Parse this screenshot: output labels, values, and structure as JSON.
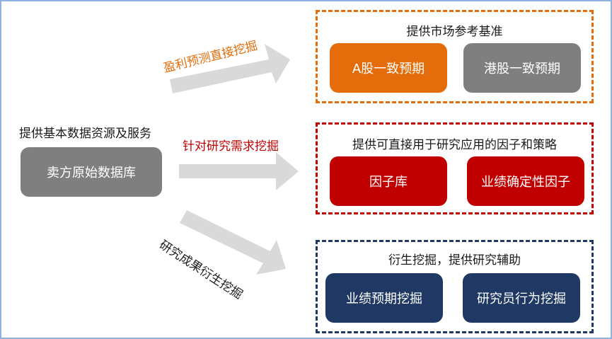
{
  "source": {
    "heading": "提供基本数据资源及服务",
    "box_label": "卖方原始数据库",
    "box_color": "#7f7f7f"
  },
  "arrows": {
    "top_label": "盈利预测直接挖掘",
    "middle_label": "针对研究需求挖掘",
    "bottom_label": "研究成果衍生挖掘",
    "top_label_color": "#e46c0a",
    "middle_label_color": "#c00000",
    "bottom_label_color": "#1f1f1f",
    "arrow_color": "#d9d9d9"
  },
  "groups": [
    {
      "title": "提供市场参考基准",
      "border_color": "#e46c0a",
      "items": [
        {
          "label": "A股一致预期",
          "color": "#e46c0a"
        },
        {
          "label": "港股一致预期",
          "color": "#7f7f7f"
        }
      ]
    },
    {
      "title": "提供可直接用于研究应用的因子和策略",
      "border_color": "#c00000",
      "items": [
        {
          "label": "因子库",
          "color": "#c00000"
        },
        {
          "label": "业绩确定性因子",
          "color": "#c00000"
        }
      ]
    },
    {
      "title": "衍生挖掘，提供研究辅助",
      "border_color": "#1f3864",
      "items": [
        {
          "label": "业绩预期挖掘",
          "color": "#1f3864"
        },
        {
          "label": "研究员行为挖掘",
          "color": "#1f3864"
        }
      ]
    }
  ]
}
